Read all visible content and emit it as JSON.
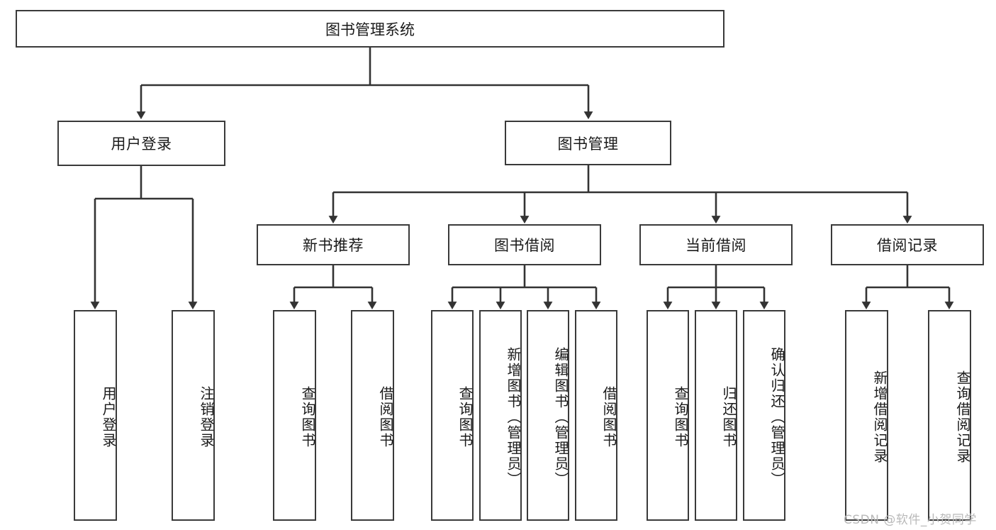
{
  "diagram": {
    "type": "tree",
    "title": "图书管理系统",
    "levels": [
      {
        "level": 1,
        "nodes": [
          {
            "id": "root",
            "label": "图书管理系统",
            "orientation": "horizontal"
          }
        ]
      },
      {
        "level": 2,
        "nodes": [
          {
            "id": "login",
            "label": "用户登录",
            "orientation": "horizontal",
            "parent": "root"
          },
          {
            "id": "bookmgmt",
            "label": "图书管理",
            "orientation": "horizontal",
            "parent": "root"
          }
        ]
      },
      {
        "level": 3,
        "nodes": [
          {
            "id": "newbook",
            "label": "新书推荐",
            "orientation": "horizontal",
            "parent": "bookmgmt"
          },
          {
            "id": "borrow",
            "label": "图书借阅",
            "orientation": "horizontal",
            "parent": "bookmgmt"
          },
          {
            "id": "current",
            "label": "当前借阅",
            "orientation": "horizontal",
            "parent": "bookmgmt"
          },
          {
            "id": "records",
            "label": "借阅记录",
            "orientation": "horizontal",
            "parent": "bookmgmt"
          }
        ]
      },
      {
        "level": 4,
        "nodes": [
          {
            "id": "leaf-login-1",
            "label": "用户登录",
            "orientation": "vertical",
            "parent": "login"
          },
          {
            "id": "leaf-login-2",
            "label": "注销登录",
            "orientation": "vertical",
            "parent": "login"
          },
          {
            "id": "leaf-newbook-1",
            "label": "查询图书",
            "orientation": "vertical",
            "parent": "newbook"
          },
          {
            "id": "leaf-newbook-2",
            "label": "借阅图书",
            "orientation": "vertical",
            "parent": "newbook"
          },
          {
            "id": "leaf-borrow-1",
            "label": "查询图书",
            "orientation": "vertical",
            "parent": "borrow"
          },
          {
            "id": "leaf-borrow-2",
            "label": "新增图书（管理员）",
            "orientation": "vertical",
            "parent": "borrow"
          },
          {
            "id": "leaf-borrow-3",
            "label": "编辑图书（管理员）",
            "orientation": "vertical",
            "parent": "borrow"
          },
          {
            "id": "leaf-borrow-4",
            "label": "借阅图书",
            "orientation": "vertical",
            "parent": "borrow"
          },
          {
            "id": "leaf-current-1",
            "label": "查询图书",
            "orientation": "vertical",
            "parent": "current"
          },
          {
            "id": "leaf-current-2",
            "label": "归还图书",
            "orientation": "vertical",
            "parent": "current"
          },
          {
            "id": "leaf-current-3",
            "label": "确认归还（管理员）",
            "orientation": "vertical",
            "parent": "current"
          },
          {
            "id": "leaf-records-1",
            "label": "新增借阅记录",
            "orientation": "vertical",
            "parent": "records"
          },
          {
            "id": "leaf-records-2",
            "label": "查询借阅记录",
            "orientation": "vertical",
            "parent": "records"
          }
        ]
      }
    ],
    "colors": {
      "box_border": "#3a3a3a",
      "box_fill": "#ffffff",
      "connector": "#333333",
      "text": "#1a1a1a",
      "watermark": "#b9b9b9",
      "background": "#ffffff"
    }
  },
  "watermark": {
    "text": "CSDN @软件_小贺同学"
  }
}
